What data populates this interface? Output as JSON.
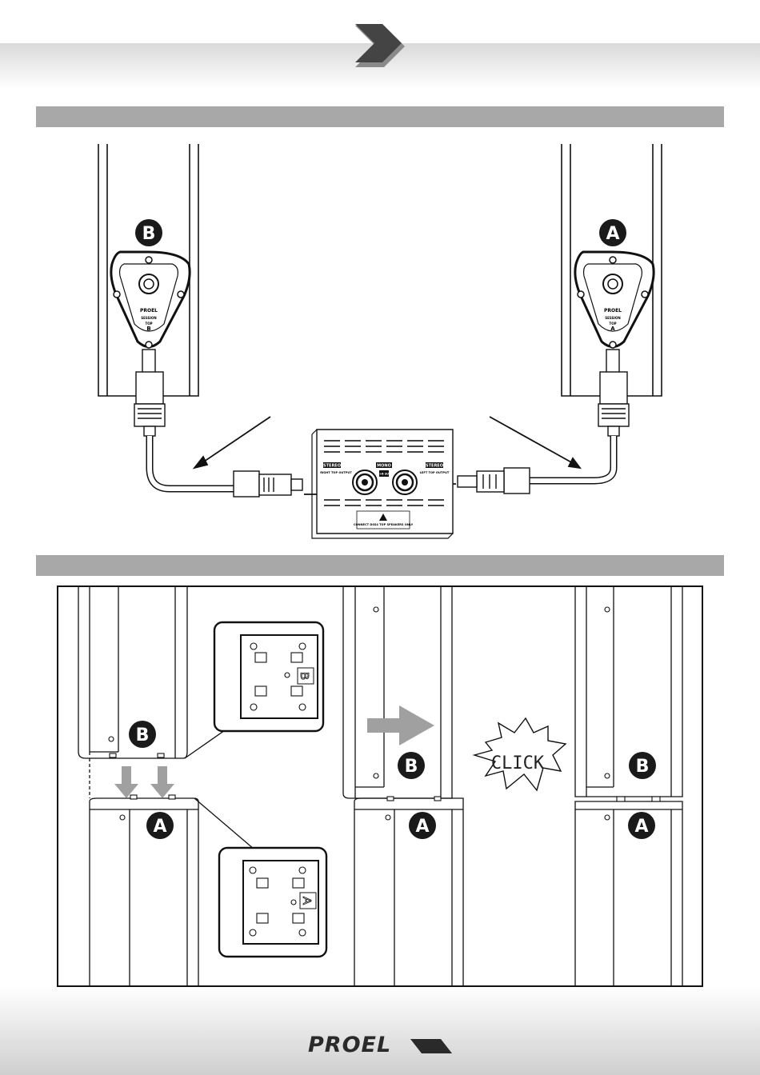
{
  "fig1": {
    "left_speaker_badge": "B",
    "right_speaker_badge": "A",
    "left_plate": {
      "brand": "PROEL",
      "model": "SESSION",
      "top_label": "TOP",
      "top_letter": "B"
    },
    "right_plate": {
      "brand": "PROEL",
      "model": "SESSION",
      "top_label": "TOP",
      "top_letter": "A"
    },
    "amp_panel": {
      "stereo_left": "STEREO",
      "right_output": "RIGHT TOP OUTPUT",
      "mono": "MONO",
      "sub_label": "A+B SUB",
      "stereo_right": "STEREO",
      "left_output": "LEFT TOP OUTPUT",
      "warning": "CONNECT DSS4 TOP SPEAKERS ONLY"
    }
  },
  "fig2": {
    "step1_top_badge": "B",
    "step1_bottom_badge": "A",
    "detail_top_letter": "B",
    "detail_bottom_letter": "A",
    "step2_top_badge": "B",
    "step2_bottom_badge": "A",
    "click_text": "CLICK",
    "step3_top_badge": "B",
    "step3_bottom_badge": "A"
  },
  "footer": {
    "brand": "PROEL"
  },
  "colors": {
    "section_bar": "#a8a8a8",
    "badge": "#1a1a1a",
    "arrow_grey": "#a0a0a0"
  }
}
